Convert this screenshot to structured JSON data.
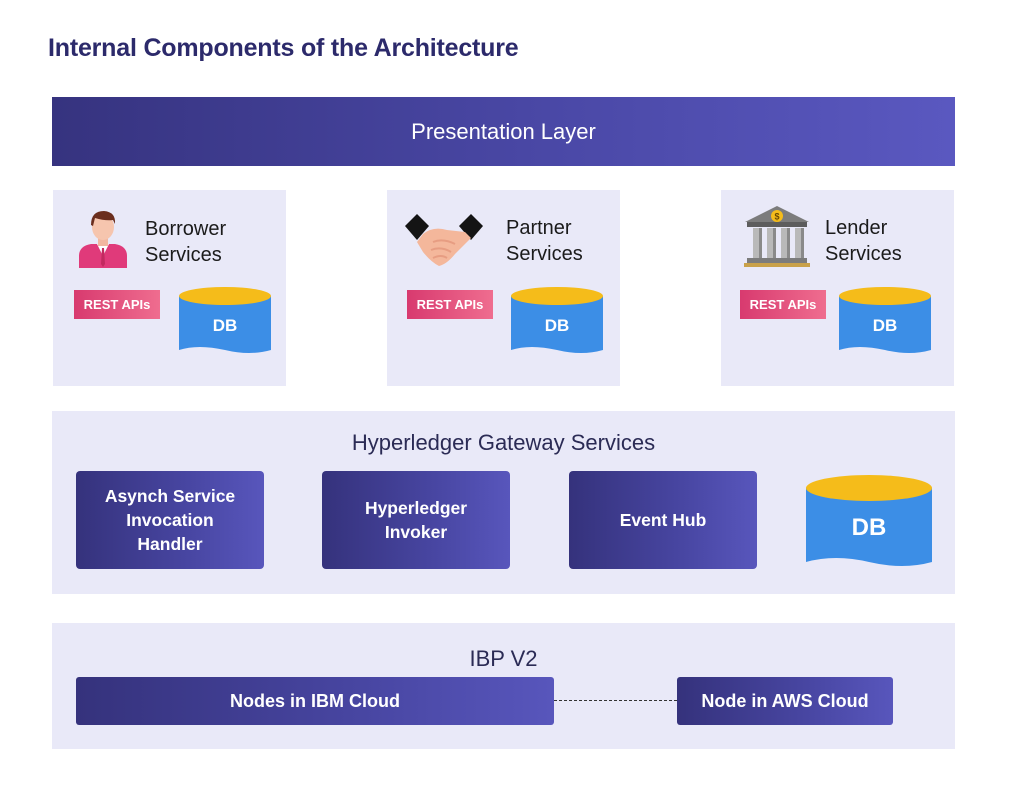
{
  "title": "Internal Components of the Architecture",
  "presentation_layer": "Presentation Layer",
  "services": [
    {
      "name_line1": "Borrower",
      "name_line2": "Services",
      "icon": "person-icon",
      "api": "REST APIs",
      "db": "DB"
    },
    {
      "name_line1": "Partner",
      "name_line2": "Services",
      "icon": "handshake-icon",
      "api": "REST APIs",
      "db": "DB"
    },
    {
      "name_line1": "Lender",
      "name_line2": "Services",
      "icon": "bank-icon",
      "api": "REST APIs",
      "db": "DB"
    }
  ],
  "gateway": {
    "title": "Hyperledger Gateway Services",
    "components": [
      {
        "line1": "Asynch Service",
        "line2": "Invocation",
        "line3": "Handler"
      },
      {
        "line1": "Hyperledger",
        "line2": "Invoker"
      },
      {
        "line1": "Event Hub"
      }
    ],
    "db": "DB"
  },
  "ibp": {
    "title": "IBP V2",
    "nodes": [
      "Nodes in IBM Cloud",
      "Node in AWS Cloud"
    ]
  },
  "colors": {
    "header_dark": "#36337f",
    "header_light": "#5a58c0",
    "panel_bg": "#e9e9f8",
    "rest_api": "#e0497a",
    "db_blue": "#3c8ee6",
    "db_top": "#f5bc1a"
  }
}
